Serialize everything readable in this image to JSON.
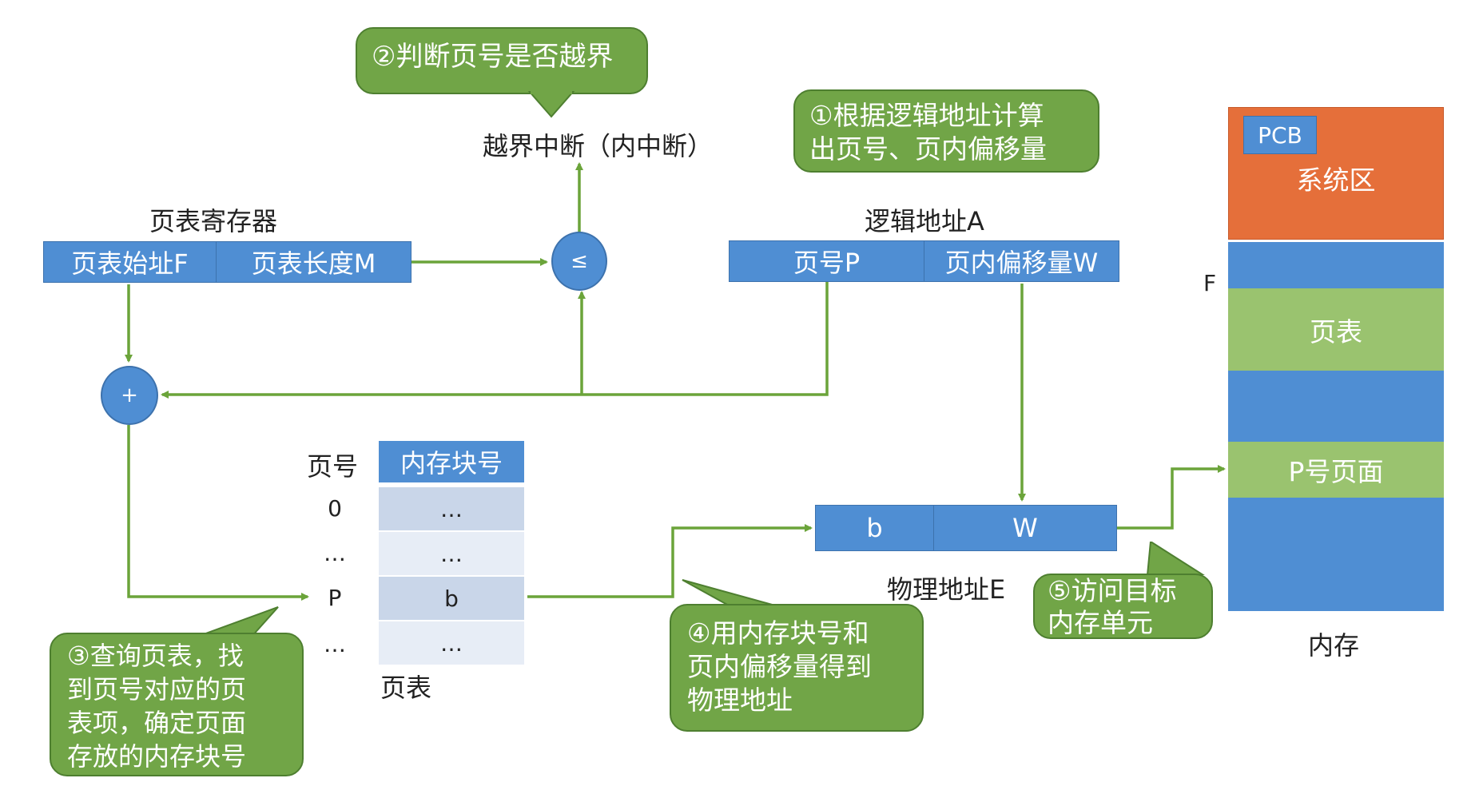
{
  "callouts": {
    "step2": "②判断页号是否越界",
    "step1_line1": "①根据逻辑地址计算",
    "step1_line2": "出页号、页内偏移量",
    "step3_line1": "③查询页表，找",
    "step3_line2": "到页号对应的页",
    "step3_line3": "表项，确定页面",
    "step3_line4": "存放的内存块号",
    "step4_line1": "④用内存块号和",
    "step4_line2": "页内偏移量得到",
    "step4_line3": "物理地址",
    "step5_line1": "⑤访问目标",
    "step5_line2": "内存单元"
  },
  "interrupt_label": "越界中断（内中断）",
  "ptr_register": {
    "title": "页表寄存器",
    "start_field": "页表始址F",
    "length_field": "页表长度M"
  },
  "comparator_symbol": "≤",
  "adder_symbol": "+",
  "logical_address": {
    "title": "逻辑地址A",
    "page_field": "页号P",
    "offset_field": "页内偏移量W"
  },
  "page_table": {
    "col_page": "页号",
    "col_block": "内存块号",
    "rows": [
      {
        "page": "0",
        "block": "…"
      },
      {
        "page": "…",
        "block": "…"
      },
      {
        "page": "P",
        "block": "b"
      },
      {
        "page": "…",
        "block": "…"
      }
    ],
    "caption": "页表"
  },
  "physical_address": {
    "block_field": "b",
    "offset_field": "W",
    "title": "物理地址E"
  },
  "memory": {
    "pcb": "PCB",
    "system_area": "系统区",
    "f_marker": "F",
    "page_table_region": "页表",
    "p_page": "P号页面",
    "caption": "内存"
  },
  "colors": {
    "blue": "#4f8ed3",
    "green_callout": "#71a547",
    "green_region": "#9ac36f",
    "orange": "#e56f3a",
    "arrow": "#6ba43a",
    "table_band_dark": "#c9d6e9",
    "table_band_light": "#e7edf6"
  }
}
